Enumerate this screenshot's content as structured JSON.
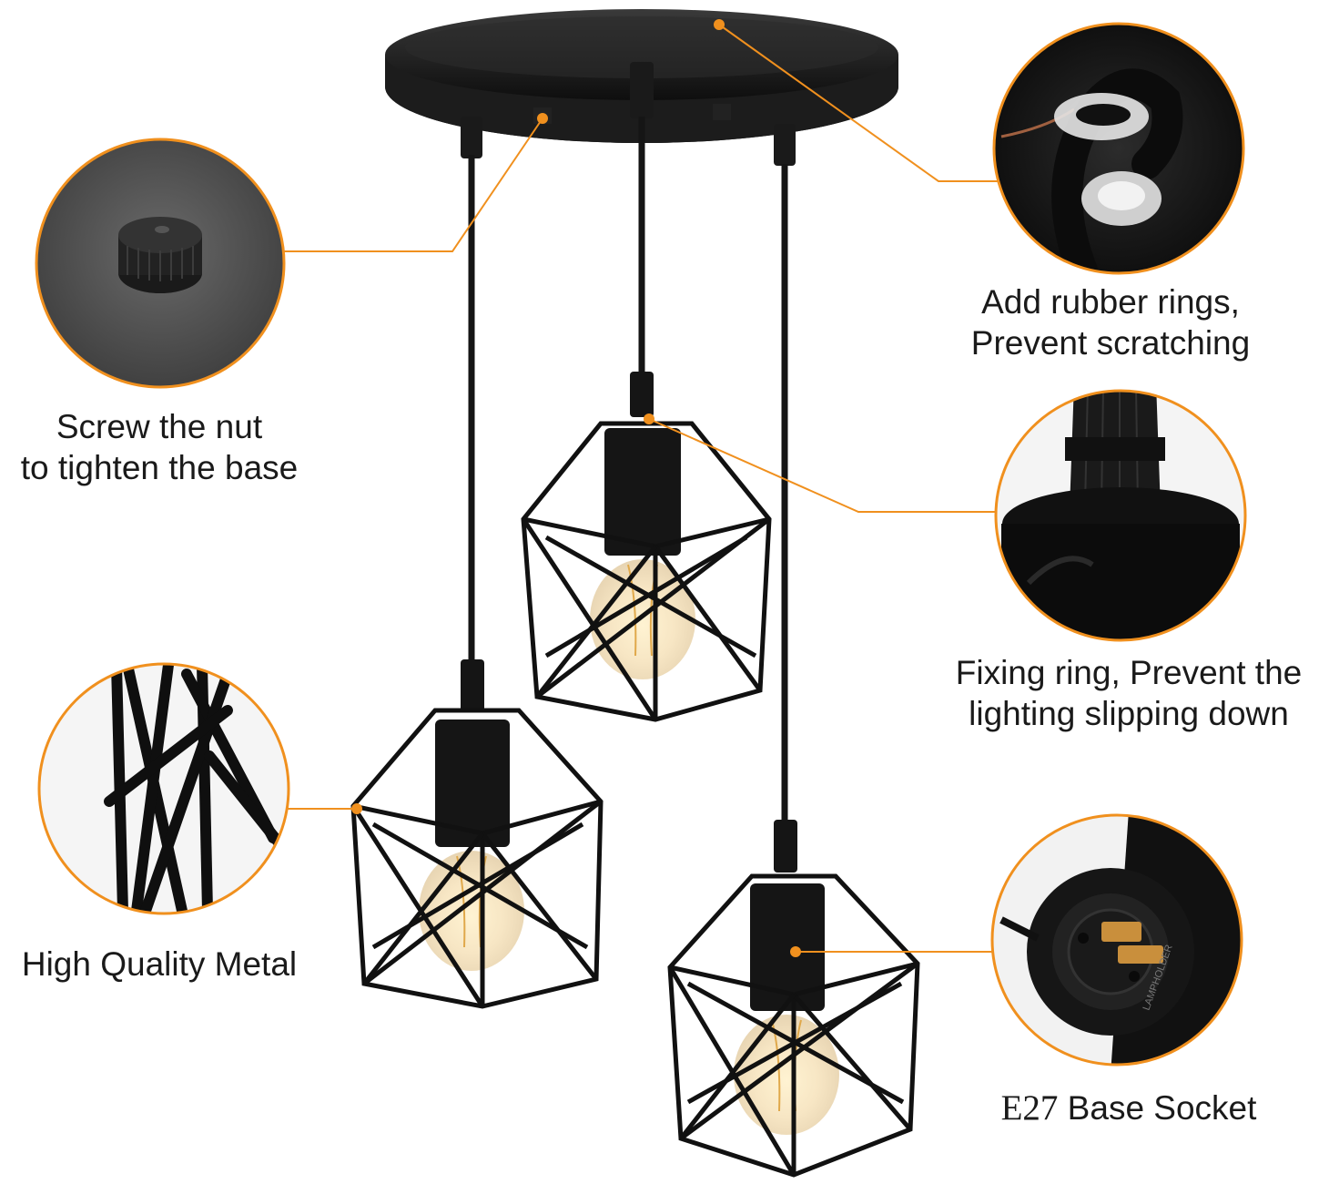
{
  "accent_color": "#f0901e",
  "callouts": {
    "screw_nut": {
      "line1": "Screw the nut",
      "line2": "to tighten the base"
    },
    "rubber_rings": {
      "line1": "Add rubber rings,",
      "line2": "Prevent scratching"
    },
    "fixing_ring": {
      "line1": "Fixing ring, Prevent the",
      "line2": "lighting slipping down"
    },
    "metal": {
      "line1": "High Quality Metal"
    },
    "socket": {
      "code": "E27",
      "label": " Base Socket",
      "socket_markings": "LAMPHOLDER"
    }
  },
  "icons": [
    "nut-closeup",
    "rubber-ring-closeup",
    "fixing-ring-closeup",
    "metal-cage-closeup",
    "e27-socket-closeup",
    "pendant-light"
  ]
}
